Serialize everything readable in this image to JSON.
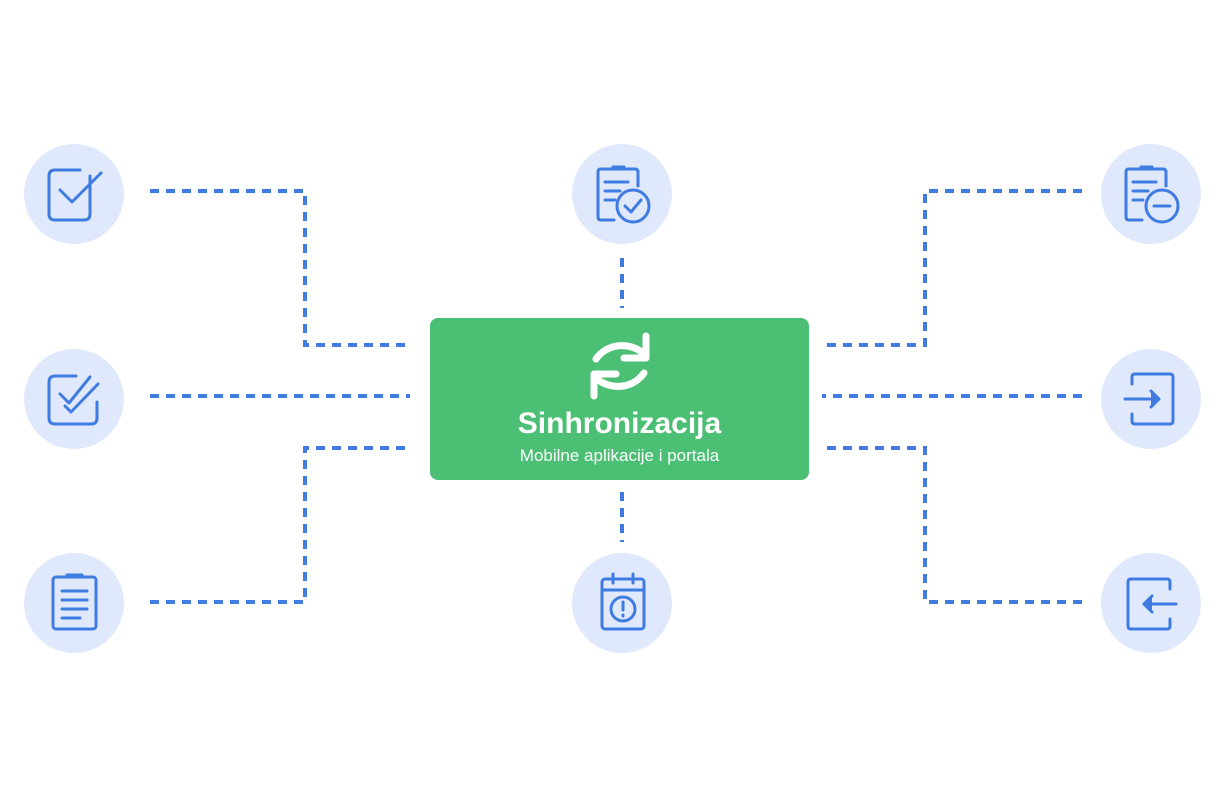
{
  "hub": {
    "title": "Sinhronizacija",
    "subtitle": "Mobilne aplikacije i portala",
    "color": "#4bbf73",
    "icon": "sync-icon"
  },
  "colors": {
    "connector": "#3f7be0",
    "node_background": "#e0e9fb",
    "icon_stroke": "#3f7be0"
  },
  "nodes": [
    {
      "id": "top-left",
      "icon": "checkbox-check-icon"
    },
    {
      "id": "mid-left",
      "icon": "checkbox-double-check-icon"
    },
    {
      "id": "bottom-left",
      "icon": "clipboard-list-icon"
    },
    {
      "id": "top-center",
      "icon": "document-check-icon"
    },
    {
      "id": "bottom-center",
      "icon": "calendar-alert-icon"
    },
    {
      "id": "top-right",
      "icon": "document-minus-icon"
    },
    {
      "id": "mid-right",
      "icon": "sign-in-icon"
    },
    {
      "id": "bottom-right",
      "icon": "sign-out-icon"
    }
  ]
}
